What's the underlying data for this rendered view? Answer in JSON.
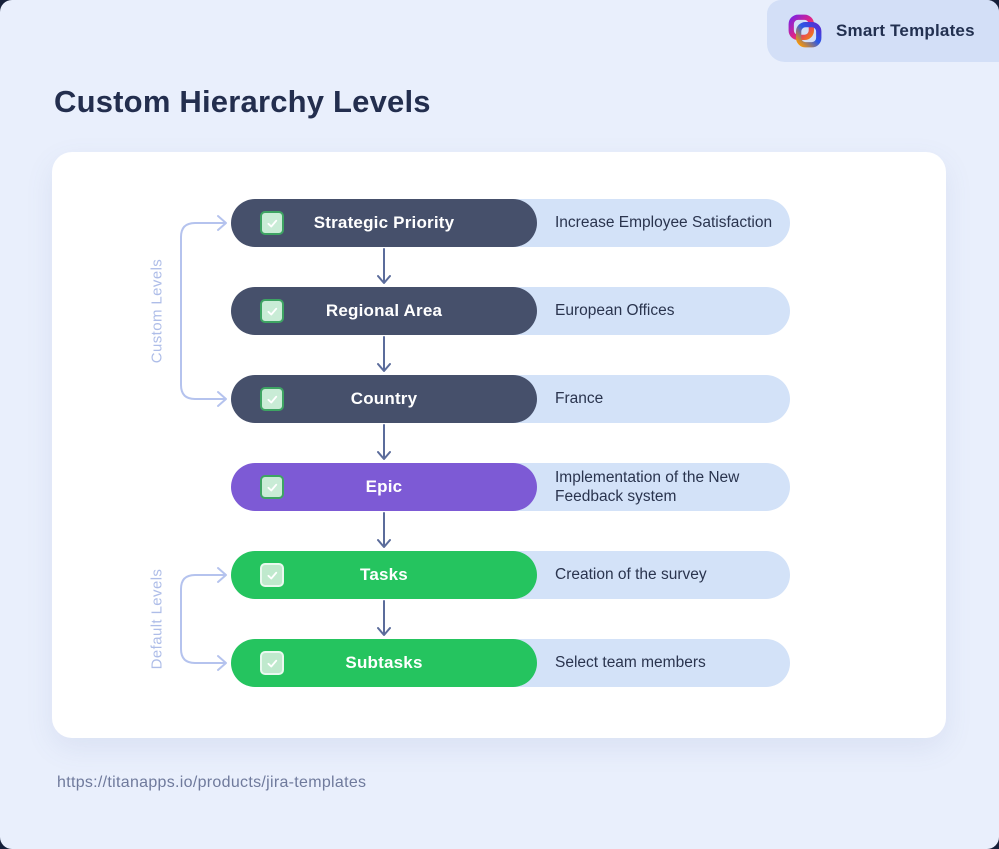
{
  "badge": {
    "label": "Smart Templates",
    "logo_icon": "smart-templates-logo"
  },
  "title": "Custom Hierarchy Levels",
  "diagram": {
    "groups": [
      {
        "label": "Custom Levels",
        "rows_spanned": [
          "Strategic Priority",
          "Regional Area",
          "Country"
        ]
      },
      {
        "label": "Default Levels",
        "rows_spanned": [
          "Tasks",
          "Subtasks"
        ]
      }
    ],
    "rows": [
      {
        "level": "Strategic Priority",
        "value": "Increase Employee Satisfaction",
        "type": "custom",
        "checkbox": "checked"
      },
      {
        "level": "Regional Area",
        "value": "European Offices",
        "type": "custom",
        "checkbox": "checked"
      },
      {
        "level": "Country",
        "value": "France",
        "type": "custom",
        "checkbox": "checked"
      },
      {
        "level": "Epic",
        "value": "Implementation of the New Feedback system",
        "type": "epic",
        "checkbox": "checked"
      },
      {
        "level": "Tasks",
        "value": "Creation of the survey",
        "type": "default",
        "checkbox": "checked"
      },
      {
        "level": "Subtasks",
        "value": "Select team members",
        "type": "default",
        "checkbox": "checked"
      }
    ],
    "colors": {
      "custom_pill": "#46506b",
      "epic_pill": "#7d5ad5",
      "default_pill": "#25c45f",
      "tag_background": "#d3e2f8",
      "arrow": "#5b6c9b",
      "bracket": "#b5c3ee",
      "checkbox_fill": "#c9ecd6",
      "checkbox_border": "#3ea463"
    }
  },
  "footer": {
    "url": "https://titanapps.io/products/jira-templates"
  }
}
